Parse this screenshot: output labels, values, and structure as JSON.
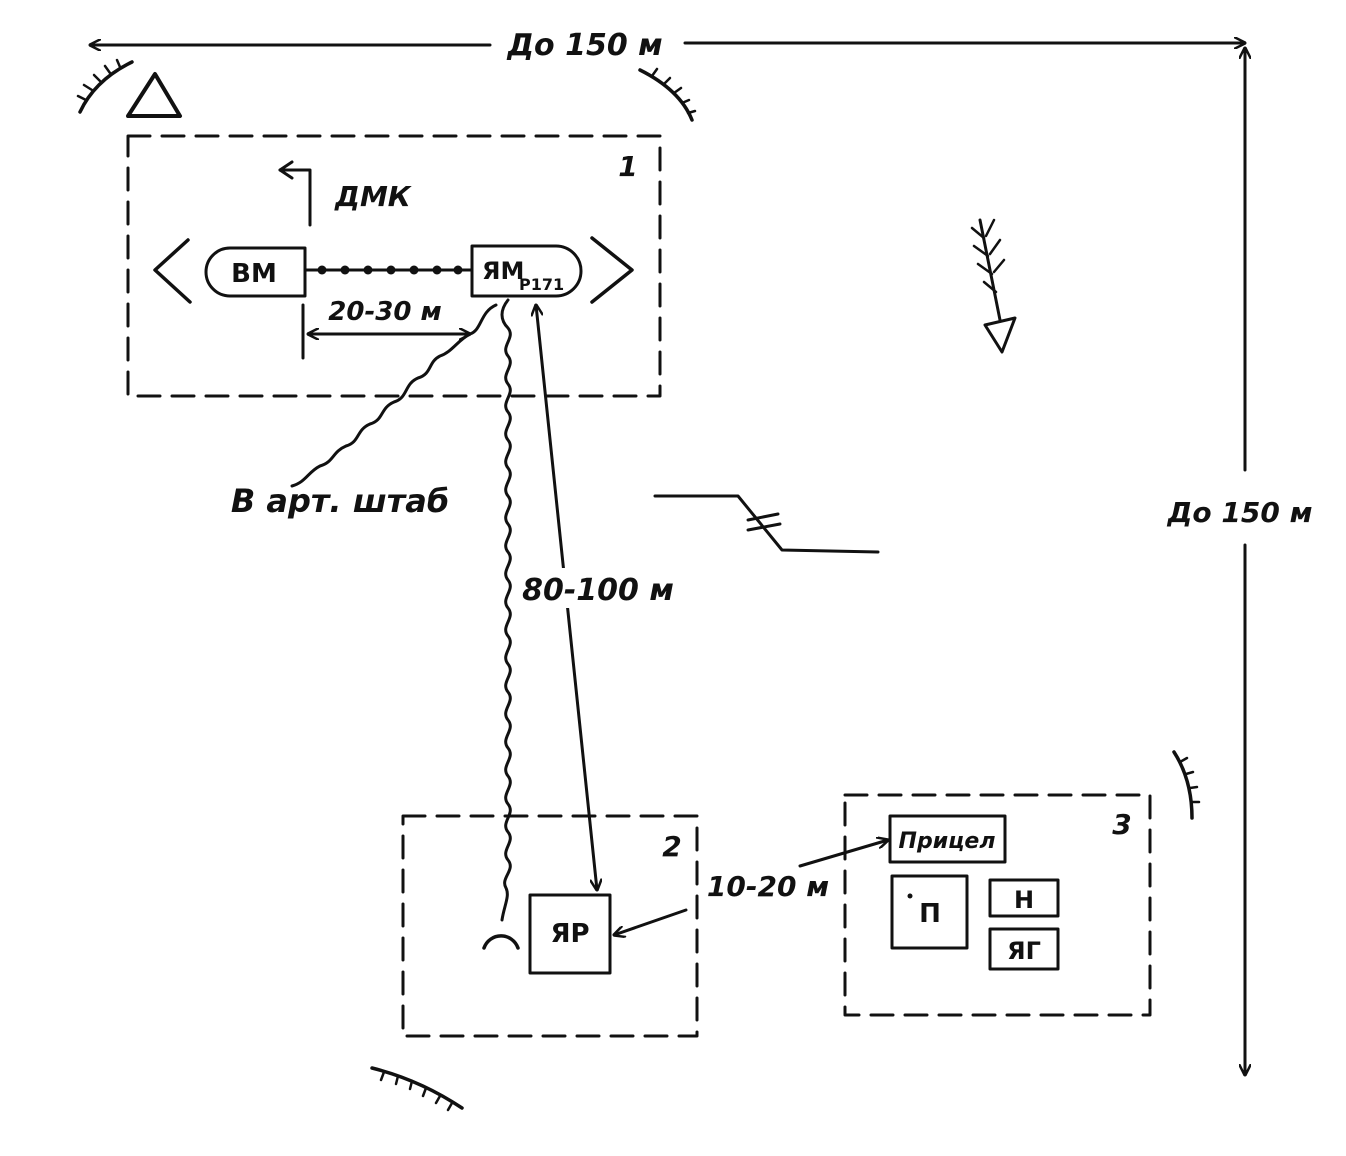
{
  "diagram": {
    "top_distance_label": "До 150 м",
    "right_distance_label": "До 150 м",
    "zones": [
      {
        "number": "1"
      },
      {
        "number": "2"
      },
      {
        "number": "3"
      }
    ],
    "zone1": {
      "dmk_label": "ДМК",
      "vm_label": "ВМ",
      "yam_label": "ЯМ",
      "yam_subscript": "Р171",
      "spacing_label": "20-30 м"
    },
    "link_label": "80-100 м",
    "art_shtab_label": "В арт. штаб",
    "zone2": {
      "yar_label": "ЯР"
    },
    "zone3_link_label": "10-20 м",
    "zone3": {
      "pricel_label": "Прицел",
      "p_label": "П",
      "n_label": "Н",
      "yag_label": "ЯГ"
    },
    "colors": {
      "ink": "#111111",
      "paper": "#ffffff"
    },
    "icons": [
      "triangle-marker-icon",
      "wind-arrow-icon",
      "trench-mark-icon",
      "cable-break-icon"
    ]
  }
}
